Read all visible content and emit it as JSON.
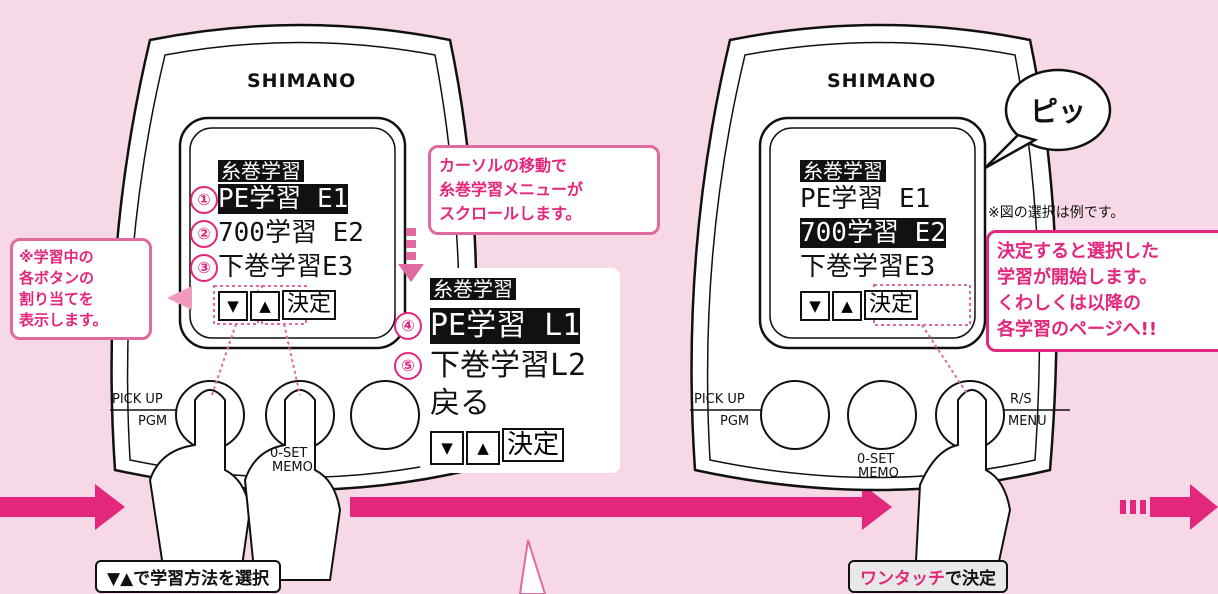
{
  "brand": "SHIMANO",
  "left_device": {
    "lcd_title": "糸巻学習",
    "rows": [
      {
        "num": "①",
        "text": "PE学習 E1"
      },
      {
        "num": "②",
        "text": "700学習 E2"
      },
      {
        "num": "③",
        "text": "下巻学習E3"
      }
    ],
    "keys": {
      "down": "▼",
      "up": "▲",
      "ok": "決定"
    },
    "buttons": {
      "left_top": "PICK UP",
      "left_bottom": "PGM",
      "middle_top": "0-SET",
      "middle_bottom": "MEMO"
    }
  },
  "scroll_panel": {
    "title": "糸巻学習",
    "rows": [
      {
        "num": "④",
        "text": "PE学習 L1"
      },
      {
        "num": "⑤",
        "text": "下巻学習L2"
      },
      {
        "num": "",
        "text": "戻る"
      }
    ],
    "keys": {
      "down": "▼",
      "up": "▲",
      "ok": "決定"
    }
  },
  "callouts": {
    "assign": [
      "※学習中の",
      "各ボタンの",
      "割り当てを",
      "表示します。"
    ],
    "cursor": [
      "カーソルの移動で",
      "糸巻学習メニューが",
      "スクロールします。"
    ],
    "start": [
      "決定すると選択した",
      "学習が開始します。",
      "くわしくは以降の",
      "各学習のページへ!!"
    ],
    "example_note": "※図の選択は例です。",
    "beep": "ピッ"
  },
  "right_device": {
    "lcd_title": "糸巻学習",
    "rows": [
      {
        "text": "PE学習 E1"
      },
      {
        "text": "700学習 E2"
      },
      {
        "text": "下巻学習E3"
      }
    ],
    "keys": {
      "down": "▼",
      "up": "▲",
      "ok": "決定"
    },
    "buttons": {
      "left_top": "PICK UP",
      "left_bottom": "PGM",
      "middle_top": "0-SET",
      "middle_bottom": "MEMO",
      "right_top": "R/S",
      "right_bottom": "MENU"
    }
  },
  "bottom_labels": {
    "select": "▼▲で学習方法を選択",
    "confirm_bold": "ワンタッチ",
    "confirm_rest": "で決定"
  },
  "colors": {
    "accent": "#e2277c",
    "background": "#f6d8e6",
    "callout_border": "#e06aa0"
  }
}
